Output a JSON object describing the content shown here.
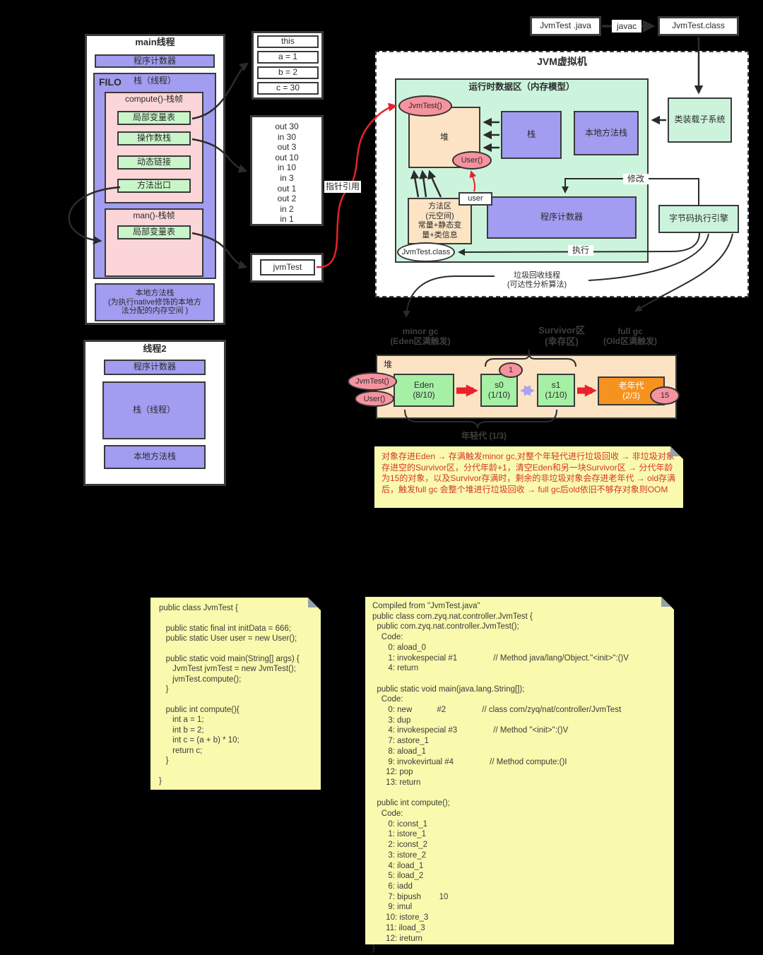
{
  "colors": {
    "purple": "#a29df0",
    "pink": "#fbd5d8",
    "green": "#c9f5c9",
    "mint": "#ccf4dd",
    "tan": "#fbe3c4",
    "bright_green": "#a5f0a5",
    "orange": "#f69220",
    "pink_ellipse": "#f5939f",
    "arrow_red": "#e8212b",
    "note_yellow": "#fafaae",
    "note_red_text": "#d4372e"
  },
  "main_thread": {
    "title": "main线程",
    "pc_label": "程序计数器",
    "stack_label": "栈（线程）",
    "filo_label": "FILO",
    "compute_frame": {
      "title": "compute()-栈帧",
      "items": [
        "局部变量表",
        "操作数栈",
        "动态链接",
        "方法出口"
      ]
    },
    "man_frame": {
      "title": "man()-栈帧",
      "items": [
        "局部变量表"
      ]
    },
    "native_stack": "本地方法栈\n(为执行native修饰的本地方\n法分配的内存空间 )"
  },
  "local_vars": {
    "rows": [
      "this",
      "a = 1",
      "b = 2",
      "c = 30"
    ]
  },
  "operand_stack": {
    "lines": [
      "out 30",
      "in 30",
      "out 3",
      "out 10",
      "in 10",
      "in 3",
      "out 1",
      "out 2",
      "in 2",
      "in 1"
    ]
  },
  "reference_box": {
    "label": "jvmTest"
  },
  "pointer_label": "指针引用",
  "compile_flow": {
    "source": "JvmTest .java",
    "compiler": "javac",
    "class_file": "JvmTest.class"
  },
  "jvm": {
    "title": "JVM虚拟机",
    "runtime": {
      "title": "运行时数据区（内存模型）",
      "heap_label": "堆",
      "stack_label": "栈",
      "native_stack_label": "本地方法栈",
      "method_area": "方法区\n(元空间)\n常量+静态变\n量+类信息",
      "pc_label": "程序计数器",
      "jvmtest_obj": "JvmTest()",
      "user_obj": "User()",
      "user_ref": "user",
      "class_ellipse": "JvmTest.class"
    },
    "classloader": "类装载子系统",
    "exec_engine": "字节码执行引擎",
    "modify_label": "修改",
    "execute_label": "执行",
    "gc_thread_label": "垃圾回收线程\n(可达性分析算法)"
  },
  "gc": {
    "minor_gc": "minor gc\n(Eden区满触发)",
    "survivor": "Survivor区\n(幸存区)",
    "full_gc": "full gc\n(Old区满触发)",
    "heap_label": "堆",
    "jvmtest_obj": "JvmTest()",
    "user_obj": "User()",
    "eden": "Eden\n(8/10)",
    "s0": "s0\n(1/10)",
    "s1": "s1\n(1/10)",
    "old_gen": "老年代\n(2/3)",
    "age_1": "1",
    "age_15": "15",
    "young_gen": "年轻代 (1/3)"
  },
  "gc_note": "对象存进Eden → 存满触发minor gc,对整个年轻代进行垃圾回收 → 非垃圾对象存进空的Survivor区，分代年龄+1，清空Eden和另一块Survivor区 → 分代年龄为15的对象，以及Survivor存满时，剩余的非垃圾对象会存进老年代 → old存满后，触发full gc 会整个堆进行垃圾回收 → full gc后old依旧不够存对象则OOM",
  "thread2": {
    "title": "线程2",
    "pc_label": "程序计数器",
    "stack_label": "栈（线程）",
    "native_stack_label": "本地方法栈"
  },
  "source_code": "public class JvmTest {\n\n   public static final int initData = 666;\n   public static User user = new User();\n\n   public static void main(String[] args) {\n      JvmTest jvmTest = new JvmTest();\n      jvmTest.compute();\n   }\n\n   public int compute(){\n      int a = 1;\n      int b = 2;\n      int c = (a + b) * 10;\n      return c;\n   }\n\n}",
  "bytecode": "Compiled from \"JvmTest.java\"\npublic class com.zyq.nat.controller.JvmTest {\n  public com.zyq.nat.controller.JvmTest();\n    Code:\n       0: aload_0\n       1: invokespecial #1                // Method java/lang/Object.\"<init>\":()V\n       4: return\n\n  public static void main(java.lang.String[]);\n    Code:\n       0: new           #2                // class com/zyq/nat/controller/JvmTest\n       3: dup\n       4: invokespecial #3                // Method \"<init>\":()V\n       7: astore_1\n       8: aload_1\n       9: invokevirtual #4                // Method compute:()I\n      12: pop\n      13: return\n\n  public int compute();\n    Code:\n       0: iconst_1\n       1: istore_1\n       2: iconst_2\n       3: istore_2\n       4: iload_1\n       5: iload_2\n       6: iadd\n       7: bipush        10\n       9: imul\n      10: istore_3\n      11: iload_3\n      12: ireturn\n}"
}
